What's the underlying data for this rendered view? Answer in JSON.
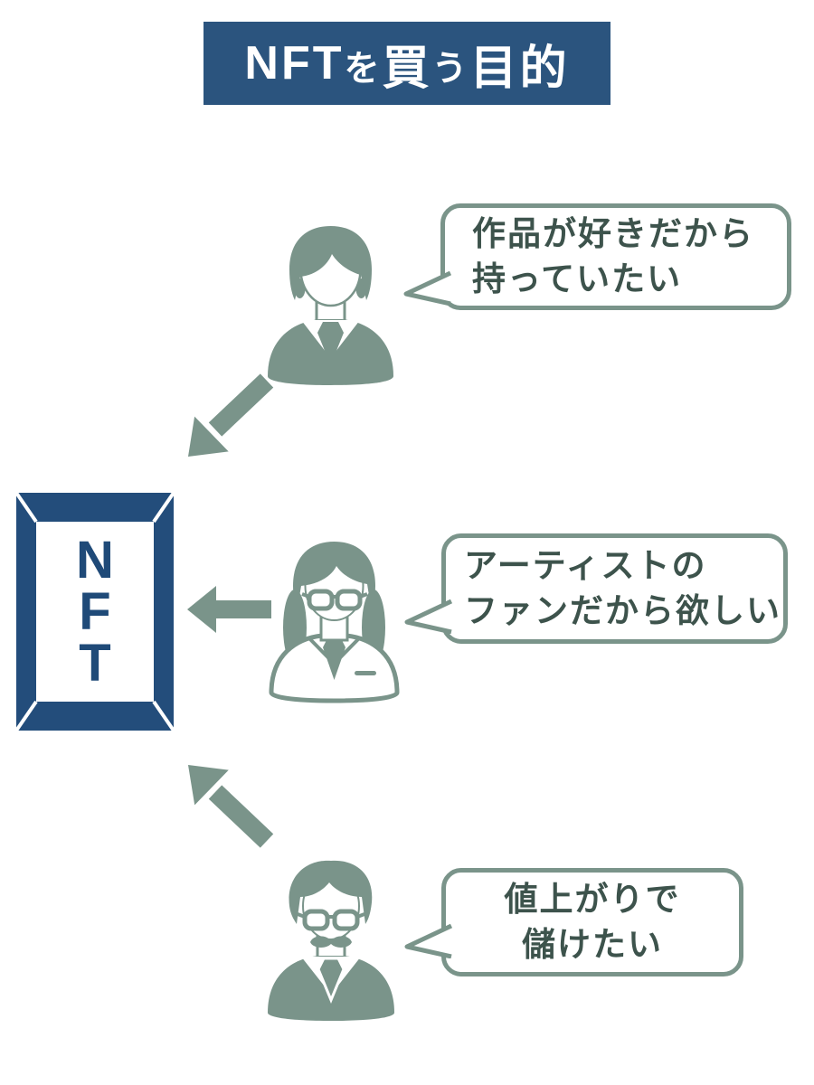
{
  "title": {
    "full": "NFTを買う目的",
    "part1": "NFT",
    "part2": "を",
    "part3": "買",
    "part4": "う",
    "part5": "目的"
  },
  "frame": {
    "meaning": "NFT artwork picture frame",
    "letters": [
      "N",
      "F",
      "T"
    ]
  },
  "speakers": [
    {
      "name": "art-lover",
      "icon": "businessman-icon",
      "bubble_line1": "作品が好きだから",
      "bubble_line2": "持っていたい"
    },
    {
      "name": "artist-fan",
      "icon": "woman-with-glasses-icon",
      "bubble_line1": "アーティストの",
      "bubble_line2": "ファンだから欲しい"
    },
    {
      "name": "investor",
      "icon": "older-man-glasses-mustache-icon",
      "bubble_line1": "値上がりで",
      "bubble_line2": "儲けたい"
    }
  ],
  "arrows": [
    "arrow-down-left",
    "arrow-left",
    "arrow-up-left"
  ],
  "colors": {
    "banner_blue": "#2b547e",
    "frame_blue": "#234d7b",
    "letter_blue": "#1f4a78",
    "icon_green": "#7a948a",
    "text_green": "#3d534c",
    "background": "#ffffff"
  }
}
